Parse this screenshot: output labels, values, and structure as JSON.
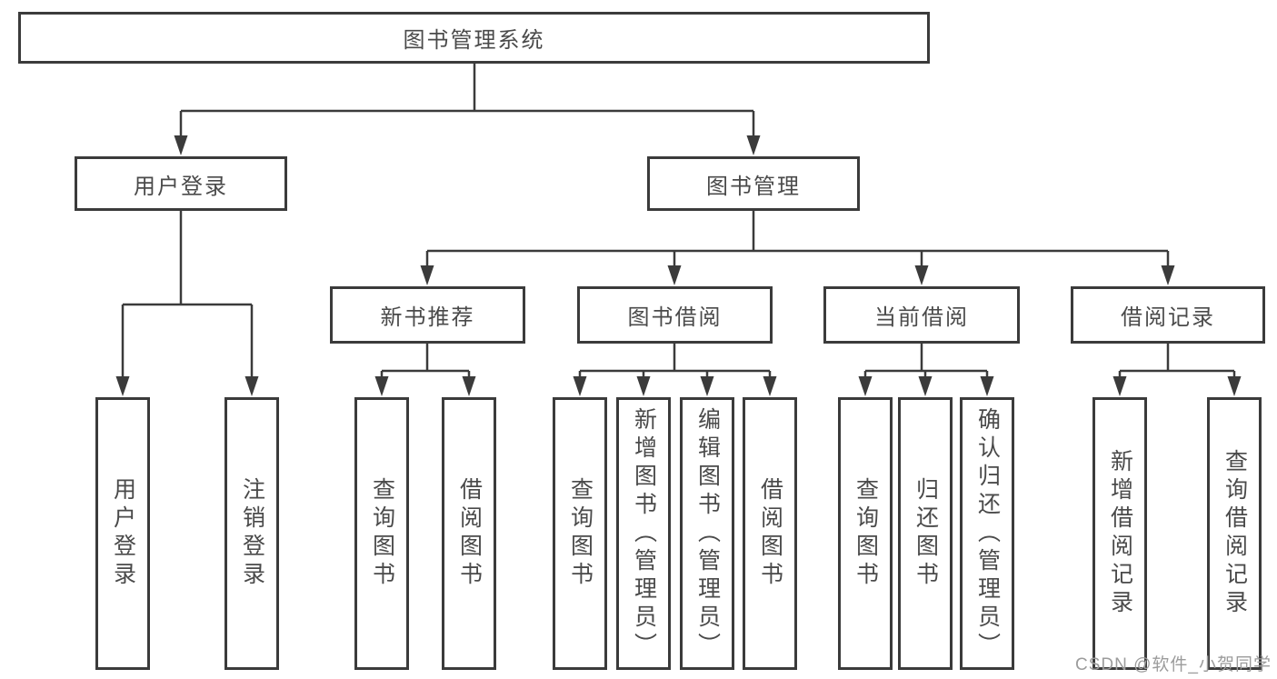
{
  "palette": {
    "line_color": "#3b3b3b",
    "box_border_color": "#3b3b3b",
    "text_color": "#4a4a4a",
    "watermark_color": "#9c9c9c",
    "background": "#ffffff"
  },
  "tree": {
    "root": {
      "label": "图书管理系统"
    },
    "branches": [
      {
        "label": "用户登录",
        "children": [
          {
            "label": "用户登录"
          },
          {
            "label": "注销登录"
          }
        ]
      },
      {
        "label": "图书管理",
        "children": [
          {
            "label": "新书推荐",
            "children": [
              {
                "label": "查询图书"
              },
              {
                "label": "借阅图书"
              }
            ]
          },
          {
            "label": "图书借阅",
            "children": [
              {
                "label": "查询图书"
              },
              {
                "label": "新增图书（管理员）"
              },
              {
                "label": "编辑图书（管理员）"
              },
              {
                "label": "借阅图书"
              }
            ]
          },
          {
            "label": "当前借阅",
            "children": [
              {
                "label": "查询图书"
              },
              {
                "label": "归还图书"
              },
              {
                "label": "确认归还（管理员）"
              }
            ]
          },
          {
            "label": "借阅记录",
            "children": [
              {
                "label": "新增借阅记录"
              },
              {
                "label": "查询借阅记录"
              }
            ]
          }
        ]
      }
    ]
  },
  "watermark": {
    "label": "CSDN @软件_小贺同学"
  }
}
